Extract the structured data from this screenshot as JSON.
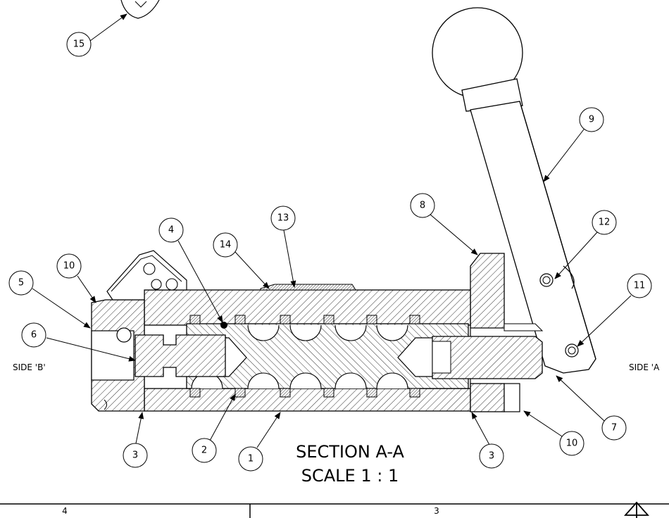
{
  "section": {
    "title": "SECTION A-A",
    "scale": "SCALE 1 : 1"
  },
  "side_labels": {
    "left": "SIDE 'B'",
    "right": "SIDE 'A"
  },
  "balloons": {
    "b1": "1",
    "b2": "2",
    "b3_left": "3",
    "b3_right": "3",
    "b4": "4",
    "b5": "5",
    "b6": "6",
    "b7": "7",
    "b8": "8",
    "b9": "9",
    "b10_left": "10",
    "b10_right": "10",
    "b11": "11",
    "b12": "12",
    "b13": "13",
    "b14": "14",
    "b15": "15"
  },
  "title_block": {
    "zone_left": "4",
    "zone_right": "3"
  },
  "colors": {
    "line": "#000000",
    "background": "#ffffff"
  }
}
